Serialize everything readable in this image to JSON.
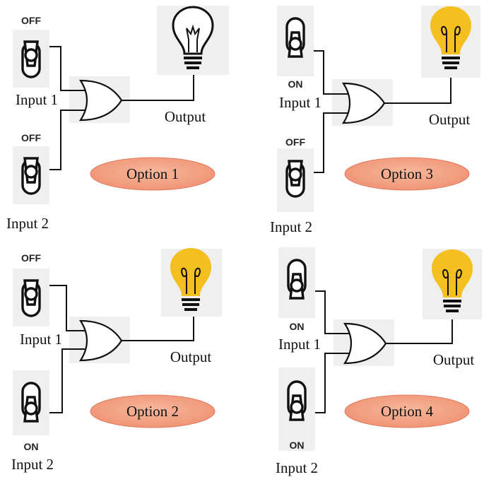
{
  "options": [
    {
      "label": "Option 1",
      "input1": {
        "label": "Input 1",
        "state": "OFF"
      },
      "input2": {
        "label": "Input 2",
        "state": "OFF"
      },
      "output": {
        "label": "Output",
        "bulb": "bulb-off-icon"
      }
    },
    {
      "label": "Option 2",
      "input1": {
        "label": "Input 1",
        "state": "OFF"
      },
      "input2": {
        "label": "Input 2",
        "state": "ON"
      },
      "output": {
        "label": "Output",
        "bulb": "bulb-on-icon"
      }
    },
    {
      "label": "Option 3",
      "input1": {
        "label": "Input 1",
        "state": "ON"
      },
      "input2": {
        "label": "Input 2",
        "state": "OFF"
      },
      "output": {
        "label": "Output",
        "bulb": "bulb-on-icon"
      }
    },
    {
      "label": "Option 4",
      "input1": {
        "label": "Input 1",
        "state": "ON"
      },
      "input2": {
        "label": "Input 2",
        "state": "ON"
      },
      "output": {
        "label": "Output",
        "bulb": "bulb-on-icon"
      }
    }
  ],
  "colors": {
    "bulb_on": "#f5bf1f",
    "option_fill": "#f09878",
    "option_stroke": "#e07a5f",
    "tile": "#efefef"
  }
}
